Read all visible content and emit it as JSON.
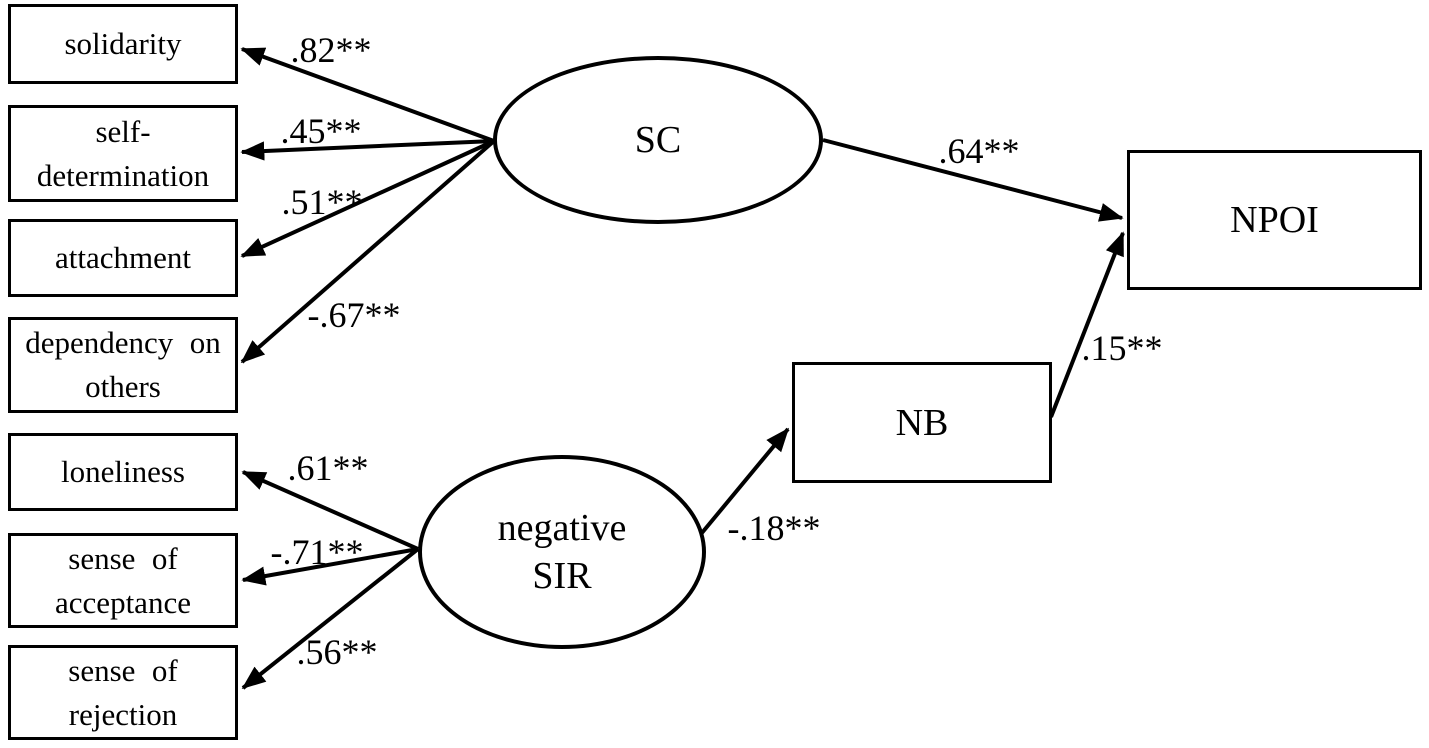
{
  "diagram": {
    "colors": {
      "stroke": "#000000",
      "background": "#ffffff"
    },
    "latent": {
      "sc": {
        "label": "SC"
      },
      "sir": {
        "label": "negative\nSIR"
      }
    },
    "observed": {
      "solidarity": {
        "label": "solidarity"
      },
      "self_determination": {
        "label": "self-\ndetermination"
      },
      "attachment": {
        "label": "attachment"
      },
      "dependency": {
        "label": "dependency on\nothers"
      },
      "loneliness": {
        "label": "loneliness"
      },
      "acceptance": {
        "label": "sense of\nacceptance"
      },
      "rejection": {
        "label": "sense of\nrejection"
      }
    },
    "outcomes": {
      "nb": {
        "label": "NB"
      },
      "npoi": {
        "label": "NPOI"
      }
    },
    "paths": {
      "sc_solidarity": {
        "label": ".82**"
      },
      "sc_self_determination": {
        "label": ".45**"
      },
      "sc_attachment": {
        "label": ".51**"
      },
      "sc_dependency": {
        "label": "-.67**"
      },
      "sc_npoi": {
        "label": ".64**"
      },
      "sir_loneliness": {
        "label": ".61**"
      },
      "sir_acceptance": {
        "label": "-.71**"
      },
      "sir_rejection": {
        "label": ".56**"
      },
      "sir_nb": {
        "label": "-.18**"
      },
      "nb_npoi": {
        "label": ".15**"
      }
    }
  }
}
